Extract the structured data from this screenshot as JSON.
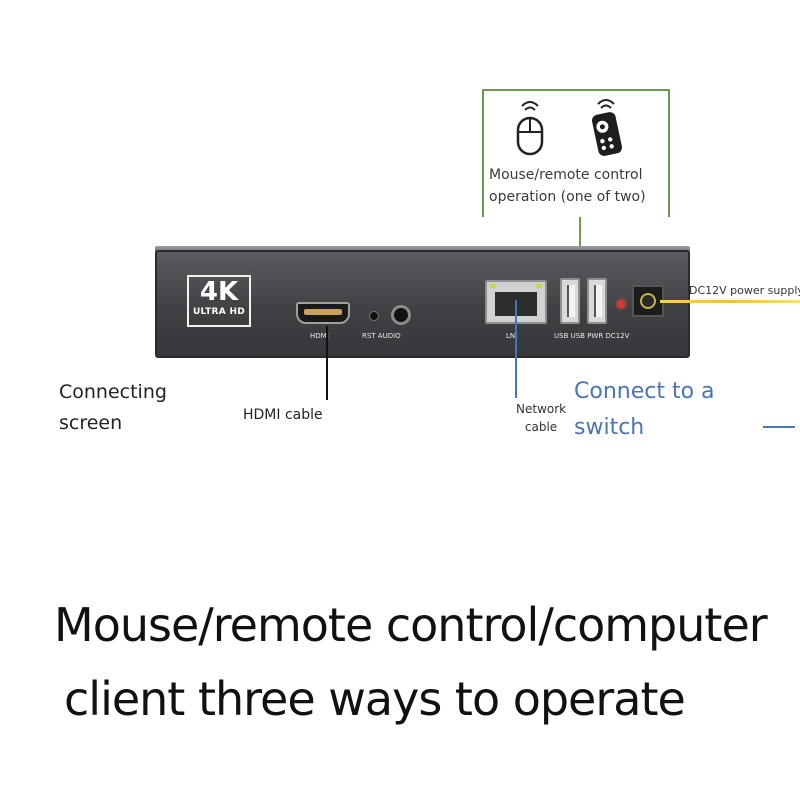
{
  "callout": {
    "text_line1": "Mouse/remote control",
    "text_line2": "operation (one of two)",
    "icons": [
      "mouse-icon",
      "remote-control-icon"
    ]
  },
  "device": {
    "logo_main": "4K",
    "logo_sub": "ULTRA HD",
    "port_labels": {
      "hdmi": "HDMI",
      "rst_audio": "RST AUDIO",
      "lan": "LN",
      "usb_pwr_dc": "USB USB PWR DC12V"
    }
  },
  "annotations": {
    "power": "DC12V power supply",
    "screen_line1": "Connecting",
    "screen_line2": "screen",
    "hdmi_cable": "HDMI cable",
    "network_line1": "Network",
    "network_line2": "cable",
    "switch_line1": "Connect to a",
    "switch_line2": "switch"
  },
  "headline": {
    "line1": "Mouse/remote control/computer",
    "line2": "client three ways to operate"
  },
  "colors": {
    "callout_green": "#6d9a4d",
    "network_blue": "#4a73b8",
    "power_yellow": "#e8c43a",
    "switch_text_blue": "#4a73b8"
  }
}
